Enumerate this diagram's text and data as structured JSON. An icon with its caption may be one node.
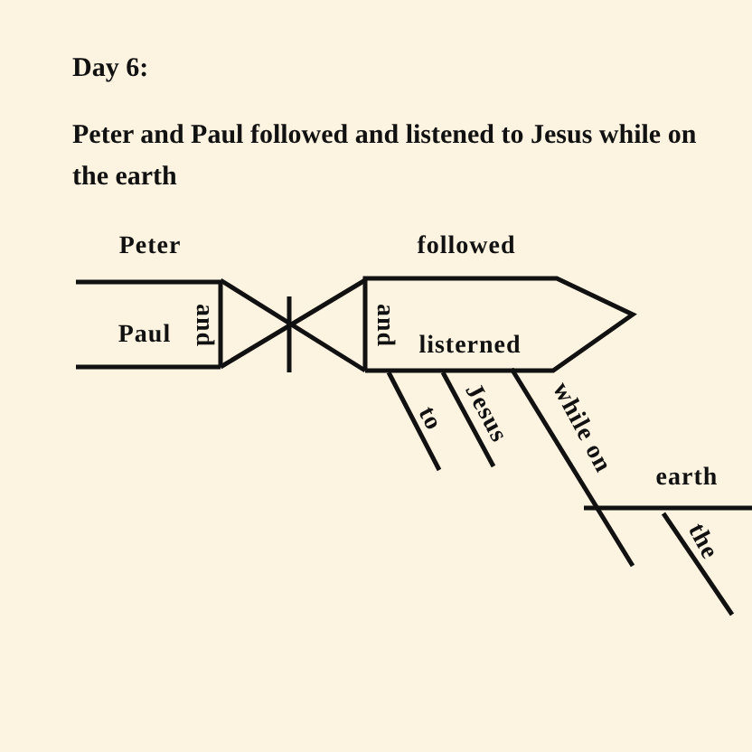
{
  "diagram": {
    "title": "Day 6:",
    "labels": [
      "Peter and Paul followed and listened to Jesus while on the earth",
      "Peter",
      "followed",
      "Paul",
      "and",
      "and",
      "listerned",
      "to",
      "Jesus",
      "while on",
      "earth",
      "the"
    ]
  }
}
